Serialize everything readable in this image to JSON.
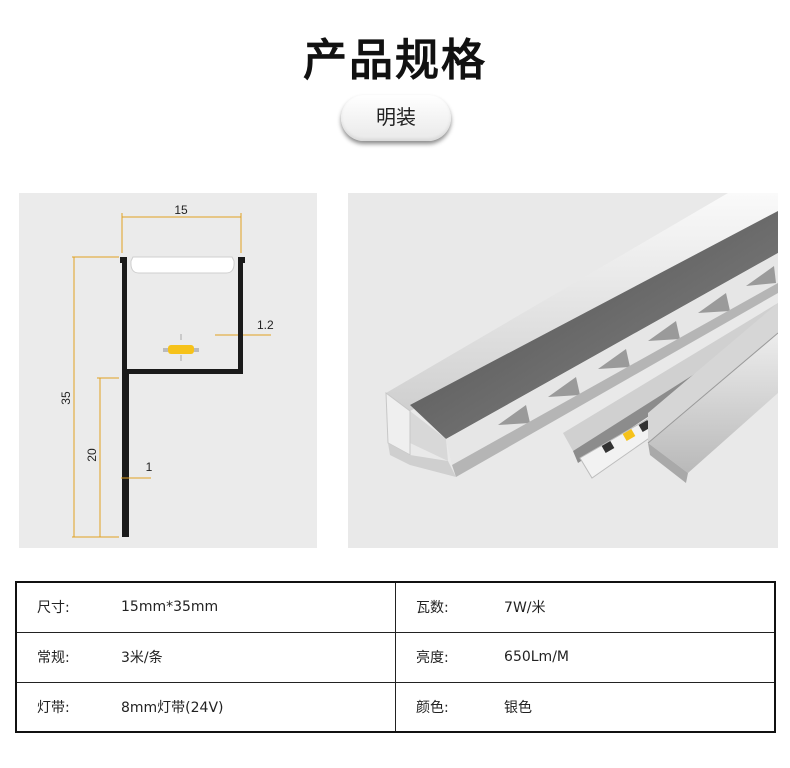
{
  "header": {
    "title": "产品规格",
    "mount_type": "明装"
  },
  "diagram": {
    "dims": {
      "width": "15",
      "wall": "1.2",
      "total_height": "35",
      "stem_height": "20",
      "stem_thickness": "1"
    },
    "colors": {
      "profile": "#1a1a1a",
      "dimension": "#e0a020",
      "led": "#f6c21a"
    }
  },
  "specs": [
    {
      "label": "尺寸:",
      "value": "15mm*35mm",
      "label2": "瓦数:",
      "value2": "7W/米"
    },
    {
      "label": "常规:",
      "value": "3米/条",
      "label2": "亮度:",
      "value2": "650Lm/M"
    },
    {
      "label": "灯带:",
      "value": "8mm灯带(24V)",
      "label2": "颜色:",
      "value2": "银色"
    }
  ]
}
